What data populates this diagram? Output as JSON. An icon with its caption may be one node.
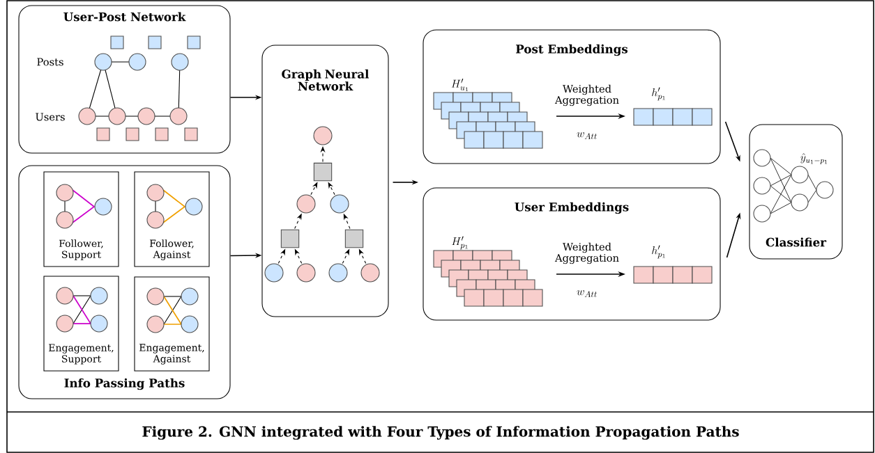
{
  "diagram": {
    "caption": "Figure 2. GNN integrated with Four Types of Information Propagation Paths",
    "nodes": [
      {
        "text": [
          "User-Post Network",
          "Posts",
          "Users"
        ]
      },
      {
        "text": [
          "Info Passing Paths"
        ]
      },
      {
        "text": [
          "Follower, Support"
        ],
        "in": 1
      },
      {
        "text": [
          "Follower, Against"
        ],
        "in": 1
      },
      {
        "text": [
          "Engagement, Support"
        ],
        "in": 1
      },
      {
        "text": [
          "Engagement, Against"
        ],
        "in": 1
      },
      {
        "text": [
          "Graph Neural Network"
        ]
      },
      {
        "text": [],
        "shape": "circle",
        "in": 6
      },
      {
        "text": [],
        "shape": "box",
        "in": 6
      },
      {
        "text": [],
        "shape": "circle",
        "in": 6
      },
      {
        "text": [],
        "shape": "circle",
        "in": 6
      },
      {
        "text": [],
        "shape": "box",
        "in": 6
      },
      {
        "text": [],
        "shape": "box",
        "in": 6
      },
      {
        "text": [],
        "shape": "circle",
        "in": 6
      },
      {
        "text": [],
        "shape": "circle",
        "in": 6
      },
      {
        "text": [],
        "shape": "circle",
        "in": 6
      },
      {
        "text": [],
        "shape": "circle",
        "in": 6
      },
      {
        "text": [
          "Post Embeddings",
          "H'_{u_1}",
          "Weighted Aggregation",
          "w_{Att}",
          "h'_{p_1}"
        ]
      },
      {
        "text": [
          "User Embeddings",
          "H'_{p_1}",
          "Weighted Aggregation",
          "w_{Att}",
          "h'_{p_1}"
        ]
      },
      {
        "text": [
          "\\hat{y}_{u_1-p_1}",
          "Classifier"
        ]
      }
    ],
    "edges": [
      {
        "from": 0,
        "to": 6,
        "arrow": "to"
      },
      {
        "from": 1,
        "to": 6,
        "arrow": "to"
      },
      {
        "from": 6,
        "to": null,
        "arrow": "to"
      },
      {
        "from": 17,
        "to": 19,
        "arrow": "to"
      },
      {
        "from": 18,
        "to": 19,
        "arrow": "to"
      },
      {
        "from": 13,
        "to": 11,
        "arrow": "to",
        "style": "dashed"
      },
      {
        "from": 14,
        "to": 11,
        "arrow": "to",
        "style": "dashed"
      },
      {
        "from": 15,
        "to": 12,
        "arrow": "to",
        "style": "dashed"
      },
      {
        "from": 16,
        "to": 12,
        "arrow": "to",
        "style": "dashed"
      },
      {
        "from": 11,
        "to": 9,
        "arrow": "to",
        "style": "dashed"
      },
      {
        "from": 12,
        "to": 10,
        "arrow": "to",
        "style": "dashed"
      },
      {
        "from": 9,
        "to": 8,
        "arrow": "to",
        "style": "dashed"
      },
      {
        "from": 10,
        "to": 8,
        "arrow": "to",
        "style": "dashed"
      },
      {
        "from": 8,
        "to": 7,
        "arrow": "to",
        "style": "dashed"
      }
    ]
  }
}
